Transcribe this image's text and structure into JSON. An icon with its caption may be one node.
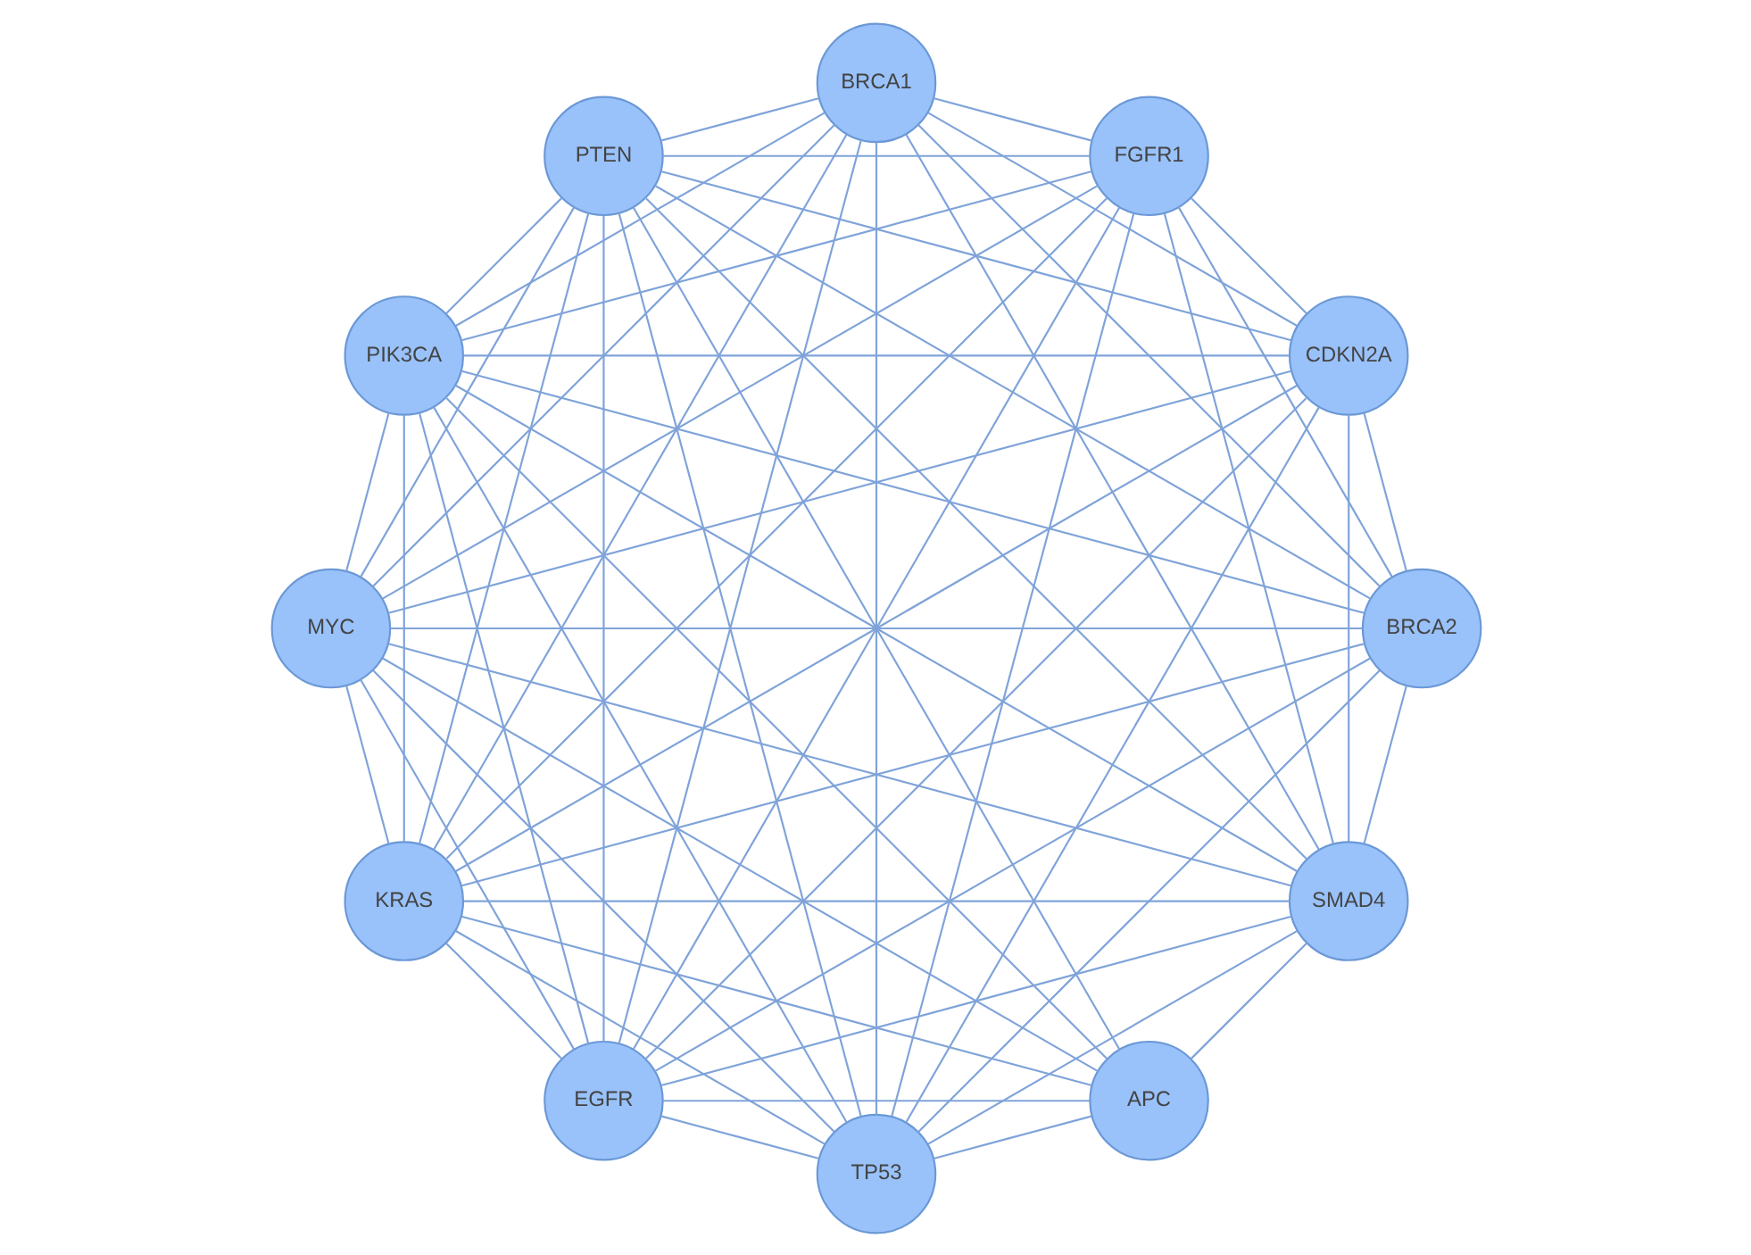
{
  "diagram": {
    "nodes": [
      {
        "text": [
          "SMAD4"
        ]
      },
      {
        "text": [
          "EGFR"
        ]
      },
      {
        "text": [
          "TP53"
        ]
      },
      {
        "text": [
          "BRCA2"
        ]
      },
      {
        "text": [
          "APC"
        ]
      },
      {
        "text": [
          "FGFR1"
        ]
      },
      {
        "text": [
          "KRAS"
        ]
      },
      {
        "text": [
          "MYC"
        ]
      },
      {
        "text": [
          "BRCA1"
        ]
      },
      {
        "text": [
          "PIK3CA"
        ]
      },
      {
        "text": [
          "PTEN"
        ]
      },
      {
        "text": [
          "CDKN2A"
        ]
      }
    ],
    "edges": [
      {
        "from": 0,
        "to": 1,
        "arrow": "none"
      },
      {
        "from": 0,
        "to": 2,
        "arrow": "none"
      },
      {
        "from": 0,
        "to": 3,
        "arrow": "none"
      },
      {
        "from": 0,
        "to": 4,
        "arrow": "none"
      },
      {
        "from": 0,
        "to": 5,
        "arrow": "none"
      },
      {
        "from": 0,
        "to": 6,
        "arrow": "none"
      },
      {
        "from": 0,
        "to": 7,
        "arrow": "none"
      },
      {
        "from": 0,
        "to": 8,
        "arrow": "none"
      },
      {
        "from": 0,
        "to": 9,
        "arrow": "none"
      },
      {
        "from": 0,
        "to": 10,
        "arrow": "none"
      },
      {
        "from": 0,
        "to": 11,
        "arrow": "none"
      },
      {
        "from": 1,
        "to": 2,
        "arrow": "none"
      },
      {
        "from": 1,
        "to": 3,
        "arrow": "none"
      },
      {
        "from": 1,
        "to": 4,
        "arrow": "none"
      },
      {
        "from": 1,
        "to": 5,
        "arrow": "none"
      },
      {
        "from": 1,
        "to": 6,
        "arrow": "none"
      },
      {
        "from": 1,
        "to": 7,
        "arrow": "none"
      },
      {
        "from": 1,
        "to": 8,
        "arrow": "none"
      },
      {
        "from": 1,
        "to": 9,
        "arrow": "none"
      },
      {
        "from": 1,
        "to": 10,
        "arrow": "none"
      },
      {
        "from": 1,
        "to": 11,
        "arrow": "none"
      },
      {
        "from": 2,
        "to": 3,
        "arrow": "none"
      },
      {
        "from": 2,
        "to": 4,
        "arrow": "none"
      },
      {
        "from": 2,
        "to": 5,
        "arrow": "none"
      },
      {
        "from": 2,
        "to": 6,
        "arrow": "none"
      },
      {
        "from": 2,
        "to": 7,
        "arrow": "none"
      },
      {
        "from": 2,
        "to": 8,
        "arrow": "none"
      },
      {
        "from": 2,
        "to": 9,
        "arrow": "none"
      },
      {
        "from": 2,
        "to": 10,
        "arrow": "none"
      },
      {
        "from": 2,
        "to": 11,
        "arrow": "none"
      },
      {
        "from": 3,
        "to": 5,
        "arrow": "none"
      },
      {
        "from": 3,
        "to": 6,
        "arrow": "none"
      },
      {
        "from": 3,
        "to": 7,
        "arrow": "none"
      },
      {
        "from": 3,
        "to": 8,
        "arrow": "none"
      },
      {
        "from": 3,
        "to": 9,
        "arrow": "none"
      },
      {
        "from": 3,
        "to": 10,
        "arrow": "none"
      },
      {
        "from": 3,
        "to": 11,
        "arrow": "none"
      },
      {
        "from": 4,
        "to": 6,
        "arrow": "none"
      },
      {
        "from": 4,
        "to": 7,
        "arrow": "none"
      },
      {
        "from": 4,
        "to": 9,
        "arrow": "none"
      },
      {
        "from": 4,
        "to": 10,
        "arrow": "none"
      },
      {
        "from": 5,
        "to": 6,
        "arrow": "none"
      },
      {
        "from": 5,
        "to": 7,
        "arrow": "none"
      },
      {
        "from": 5,
        "to": 8,
        "arrow": "none"
      },
      {
        "from": 5,
        "to": 9,
        "arrow": "none"
      },
      {
        "from": 5,
        "to": 10,
        "arrow": "none"
      },
      {
        "from": 5,
        "to": 11,
        "arrow": "none"
      },
      {
        "from": 6,
        "to": 7,
        "arrow": "none"
      },
      {
        "from": 6,
        "to": 8,
        "arrow": "none"
      },
      {
        "from": 6,
        "to": 9,
        "arrow": "none"
      },
      {
        "from": 6,
        "to": 10,
        "arrow": "none"
      },
      {
        "from": 6,
        "to": 11,
        "arrow": "none"
      },
      {
        "from": 7,
        "to": 8,
        "arrow": "none"
      },
      {
        "from": 7,
        "to": 9,
        "arrow": "none"
      },
      {
        "from": 7,
        "to": 10,
        "arrow": "none"
      },
      {
        "from": 7,
        "to": 11,
        "arrow": "none"
      },
      {
        "from": 8,
        "to": 9,
        "arrow": "none"
      },
      {
        "from": 8,
        "to": 10,
        "arrow": "none"
      },
      {
        "from": 8,
        "to": 11,
        "arrow": "none"
      },
      {
        "from": 9,
        "to": 10,
        "arrow": "none"
      },
      {
        "from": 9,
        "to": 11,
        "arrow": "none"
      },
      {
        "from": 10,
        "to": 11,
        "arrow": "none"
      }
    ]
  }
}
